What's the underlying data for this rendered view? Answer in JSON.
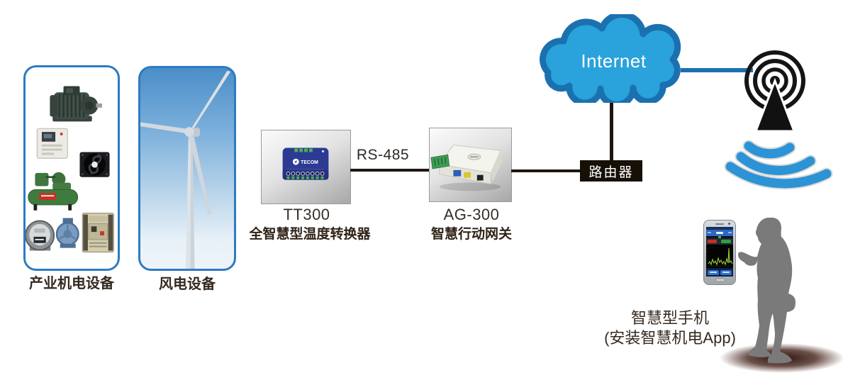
{
  "diagram_title": "TECOM smart mechatronics temperature monitoring system diagram",
  "equipment_box": {
    "label": "产业机电设备",
    "items": [
      "electric-motor",
      "inverter",
      "cooling-fan",
      "air-compressor",
      "power-meter",
      "water-pump",
      "circuit-breaker"
    ]
  },
  "wind_box": {
    "label": "风电设备"
  },
  "tt300": {
    "model": "TT300",
    "name": "全智慧型温度转换器",
    "brand": "TECOM"
  },
  "link_rs485": {
    "label": "RS-485"
  },
  "ag300": {
    "model": "AG-300",
    "name": "智慧行动网关"
  },
  "router": {
    "label": "路由器"
  },
  "internet": {
    "label": "Internet"
  },
  "phone": {
    "caption_line1": "智慧型手机",
    "caption_line2": "(安装智慧机电App)"
  },
  "palette": {
    "cloud_fill": "#2aa2db",
    "cloud_border": "#1b71af",
    "wifi_blue": "#2c93d5",
    "connector_black": "#1f1610",
    "connector_blue": "#1b71af",
    "frame_blue": "#2e7bc1",
    "device_blue": "#2c3a94",
    "router_black": "#161006",
    "person_gray": "#7a7a7a"
  }
}
